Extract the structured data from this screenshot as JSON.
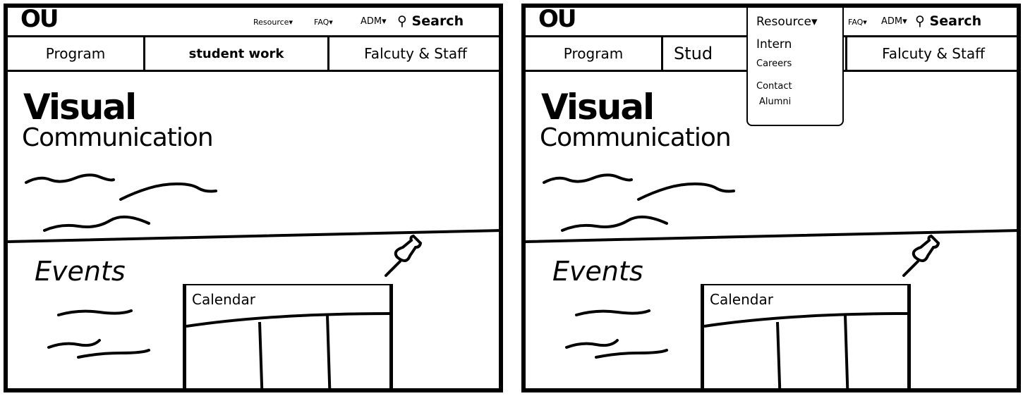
{
  "logo": "OU",
  "top_links": {
    "resource": "Resource▾",
    "faq": "FAQ▾",
    "adm": "ADM▾",
    "search": "Search"
  },
  "nav": {
    "program": "Program",
    "student_work": "student work",
    "faculty_staff": "Falcuty & Staff"
  },
  "hero": {
    "title_line1": "Visual",
    "title_line2": "Communication"
  },
  "events": {
    "title": "Events",
    "calendar_label": "Calendar"
  },
  "dropdown": {
    "header": "Resource▾",
    "items": [
      "Intern",
      "Careers",
      "Contact",
      "Alumni"
    ]
  },
  "nav_truncated": "Stud"
}
